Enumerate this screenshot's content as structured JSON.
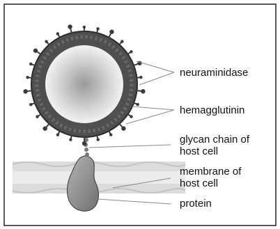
{
  "figure": {
    "labels": {
      "neuraminidase": "neuraminidase",
      "hemagglutinin": "hemagglutinin",
      "glycan_line1": "glycan chain of",
      "glycan_line2": "host cell",
      "membrane_line1": "membrane of",
      "membrane_line2": "host cell",
      "protein": "protein"
    }
  },
  "colors": {
    "frame": "#222222",
    "virus_coat": "#555555",
    "virus_core": "#9a9a9a",
    "membrane": "#cfcfcf",
    "spikes": "#3a3a3a",
    "leader_lines": "#888888"
  }
}
